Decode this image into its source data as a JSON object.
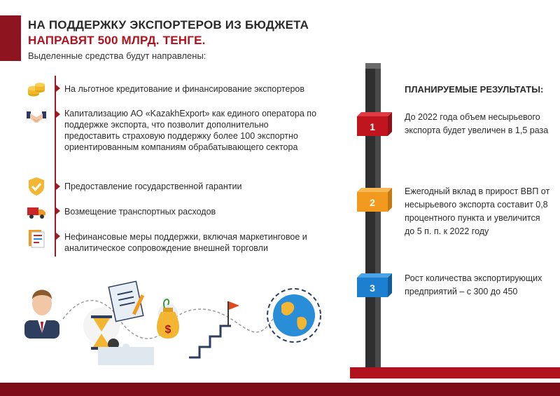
{
  "header": {
    "title_line1": "НА ПОДДЕРЖКУ ЭКСПОРТЕРОВ ИЗ БЮДЖЕТА",
    "title_line2": "НАПРАВЯТ 500 МЛРД. ТЕНГЕ.",
    "intro": "Выделенные средства будут направлены:"
  },
  "items": [
    {
      "icon": "coins-icon",
      "text": "На льготное кредитование и финансирование экспортеров"
    },
    {
      "icon": "handshake-icon",
      "text": "Капитализацию АО «KazakhExport» как единого оператора по поддержке экспорта, что позволит дополнительно предоставить страховую поддержку более 100 экспортно ориентированным компаниям обрабатывающего сектора"
    },
    {
      "icon": "shield-check-icon",
      "text": "Предоставление государственной гарантии"
    },
    {
      "icon": "truck-icon",
      "text": "Возмещение транспортных расходов"
    },
    {
      "icon": "documents-icon",
      "text": "Нефинансовые меры поддержки, включая маркетинговое и аналитическое сопровождение внешней торговли"
    }
  ],
  "results": {
    "title": "ПЛАНИРУЕМЫЕ РЕЗУЛЬТАТЫ:",
    "list": [
      {
        "num": "1",
        "text": "До 2022 года объем несырьевого экспорта будет увеличен в 1,5 раза",
        "color": "#c0141f"
      },
      {
        "num": "2",
        "text": "Ежегодный вклад в прирост ВВП от несырьевого экспорта составит 0,8 процентного пункта и увеличится до 5 п. п. к 2022 году",
        "color": "#f29a1d"
      },
      {
        "num": "3",
        "text": "Рост количества экспортирующих предприятий  – с 300 до 450",
        "color": "#1c7fd0"
      }
    ]
  },
  "illustration": {
    "money_symbol": "$"
  },
  "colors": {
    "accent": "#b0131e",
    "dark_red": "#7e0d17",
    "pillar": "#3a3a3a"
  }
}
